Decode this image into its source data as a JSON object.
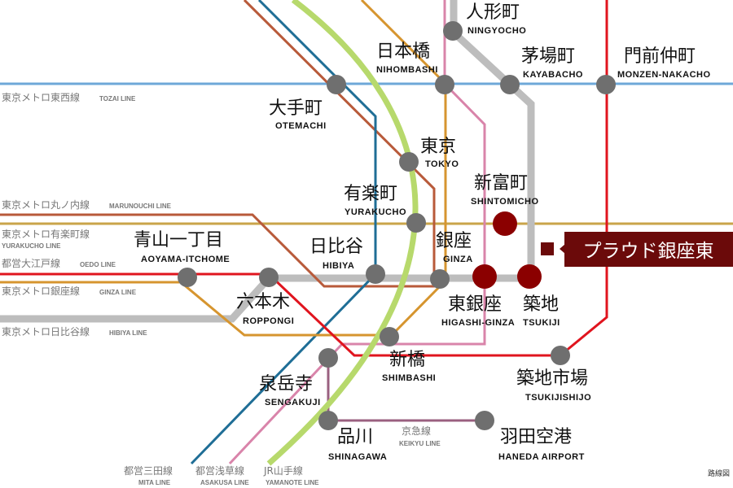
{
  "colors": {
    "tozai": "#6ea8d8",
    "marunouchi": "#b85a3a",
    "yurakucho": "#c9a44a",
    "oedo": "#e0141e",
    "ginza": "#d6952f",
    "hibiya": "#bdbdbd",
    "mita": "#1f6e96",
    "asakusa": "#d984aa",
    "keikyu": "#9a6080",
    "yamanote": "#b7d96c",
    "station": "#6f6f6f",
    "highlight": "#8b0000",
    "callout": "#6b0a0a"
  },
  "lines": {
    "tozai": {
      "jp": "東京メトロ東西線",
      "en": "TOZAI LINE"
    },
    "marunouchi": {
      "jp": "東京メトロ丸ノ内線",
      "en": "MARUNOUCHI LINE"
    },
    "yurakucho": {
      "jp": "東京メトロ有楽町線",
      "en": "YURAKUCHO LINE"
    },
    "oedo": {
      "jp": "都営大江戸線",
      "en": "OEDO LINE"
    },
    "ginza": {
      "jp": "東京メトロ銀座線",
      "en": "GINZA LINE"
    },
    "hibiya": {
      "jp": "東京メトロ日比谷線",
      "en": "HIBIYA LINE"
    },
    "mita": {
      "jp": "都営三田線",
      "en": "MITA LINE"
    },
    "asakusa": {
      "jp": "都営浅草線",
      "en": "ASAKUSA LINE"
    },
    "yamanote": {
      "jp": "JR山手線",
      "en": "YAMANOTE LINE"
    },
    "keikyu": {
      "jp": "京急線",
      "en": "KEIKYU LINE"
    }
  },
  "stations": {
    "ningyocho": {
      "jp": "人形町",
      "en": "NINGYOCHO"
    },
    "nihombashi": {
      "jp": "日本橋",
      "en": "NIHOMBASHI"
    },
    "kayabacho": {
      "jp": "茅場町",
      "en": "KAYABACHO"
    },
    "monzen": {
      "jp": "門前仲町",
      "en": "MONZEN-NAKACHO"
    },
    "otemachi": {
      "jp": "大手町",
      "en": "OTEMACHI"
    },
    "tokyo": {
      "jp": "東京",
      "en": "TOKYO"
    },
    "yurakucho": {
      "jp": "有楽町",
      "en": "YURAKUCHO"
    },
    "shintomicho": {
      "jp": "新富町",
      "en": "SHINTOMICHO"
    },
    "aoyama": {
      "jp": "青山一丁目",
      "en": "AOYAMA-ITCHOME"
    },
    "hibiya": {
      "jp": "日比谷",
      "en": "HIBIYA"
    },
    "ginza": {
      "jp": "銀座",
      "en": "GINZA"
    },
    "roppongi": {
      "jp": "六本木",
      "en": "ROPPONGI"
    },
    "higashiginza": {
      "jp": "東銀座",
      "en": "HIGASHI-GINZA"
    },
    "tsukiji": {
      "jp": "築地",
      "en": "TSUKIJI"
    },
    "shimbashi": {
      "jp": "新橋",
      "en": "SHIMBASHI"
    },
    "tsukijishijo": {
      "jp": "築地市場",
      "en": "TSUKIJISHIJO"
    },
    "sengakuji": {
      "jp": "泉岳寺",
      "en": "SENGAKUJI"
    },
    "shinagawa": {
      "jp": "品川",
      "en": "SHINAGAWA"
    },
    "haneda": {
      "jp": "羽田空港",
      "en": "HANEDA AIRPORT"
    }
  },
  "property": {
    "name": "プラウド銀座東"
  },
  "caption": "路線図"
}
